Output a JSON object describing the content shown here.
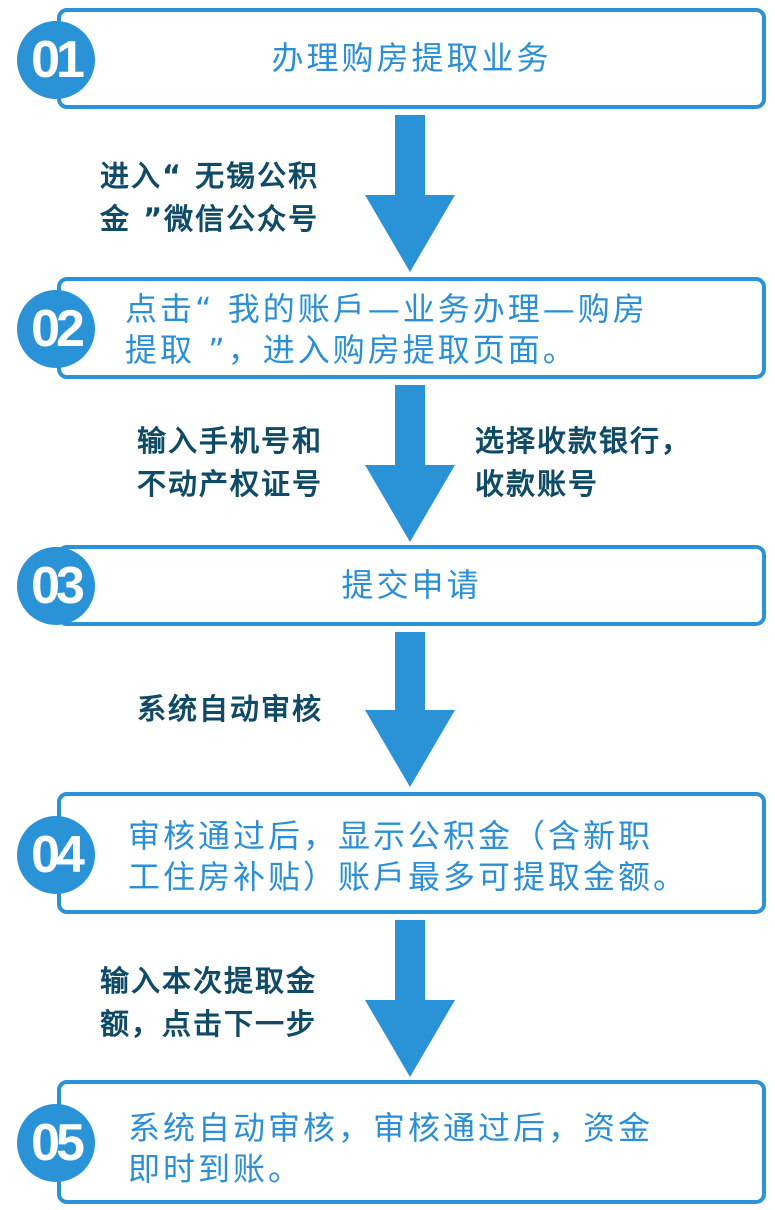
{
  "colors": {
    "accent": "#2a93d8",
    "label_text": "#0f4a66",
    "step_text": "#2a8fd6"
  },
  "steps": [
    {
      "number": "01",
      "lines": [
        "办理购房提取业务"
      ]
    },
    {
      "number": "02",
      "lines": [
        "点击“ 我的账戶—业务办理—购房",
        "提取 ”，进入购房提取页面。"
      ]
    },
    {
      "number": "03",
      "lines": [
        "提交申请"
      ]
    },
    {
      "number": "04",
      "lines": [
        "审核通过后，显示公积金（含新职",
        "工住房补贴）账戶最多可提取金额。"
      ]
    },
    {
      "number": "05",
      "lines": [
        "系统自动审核，审核通过后，资金",
        "即时到账。"
      ]
    }
  ],
  "transitions": [
    {
      "left": [
        "进入“ 无锡公积",
        "金 ”微信公众号"
      ]
    },
    {
      "left": [
        "输入手机号和",
        "不动产权证号"
      ],
      "right": [
        "选择收款银行，",
        "收款账号"
      ]
    },
    {
      "left": [
        "系统自动审核"
      ]
    },
    {
      "left": [
        "输入本次提取金",
        "额，点击下一步"
      ]
    }
  ]
}
